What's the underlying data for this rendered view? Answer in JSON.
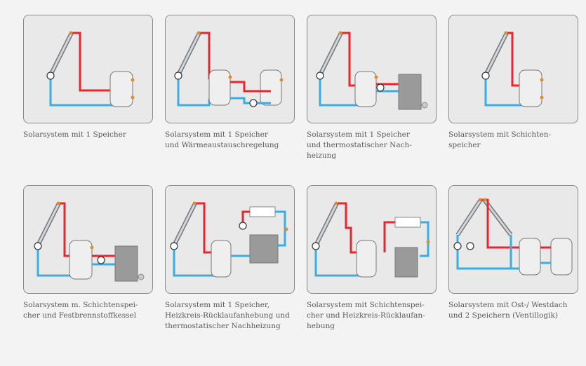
{
  "systems": [
    {
      "caption": "Solarsystem mit 1 Speicher"
    },
    {
      "caption": "Solarsystem mit 1 Speicher\nund Wärmeaustauschregelung"
    },
    {
      "caption": "Solarsystem mit 1 Speicher\nund thermostatischer Nach-\nheizung"
    },
    {
      "caption": "Solarsystem mit Schichten-\nspeicher"
    },
    {
      "caption": "Solarsystem m. Schichtenspei-\ncher und Festbrennstoffkessel"
    },
    {
      "caption": "Solarsystem mit 1 Speicher,\nHeizkreis-Rücklaufanhebung und\nthermostatischer Nachheizung"
    },
    {
      "caption": "Solarsystem mit Schichtenspei-\ncher und Heizkreis-Rücklaufan-\nhebung"
    },
    {
      "caption": "Solarsystem mit Ost-/ Westdach\nund 2 Speichern (Ventillogik)"
    }
  ],
  "colors": {
    "hot": "#e8262e",
    "cold": "#3aaee0",
    "panel_bg": "#e9e9e9",
    "border": "#8a8a8a",
    "sensor": "#e38a2e",
    "boiler": "#9a9a9a"
  }
}
